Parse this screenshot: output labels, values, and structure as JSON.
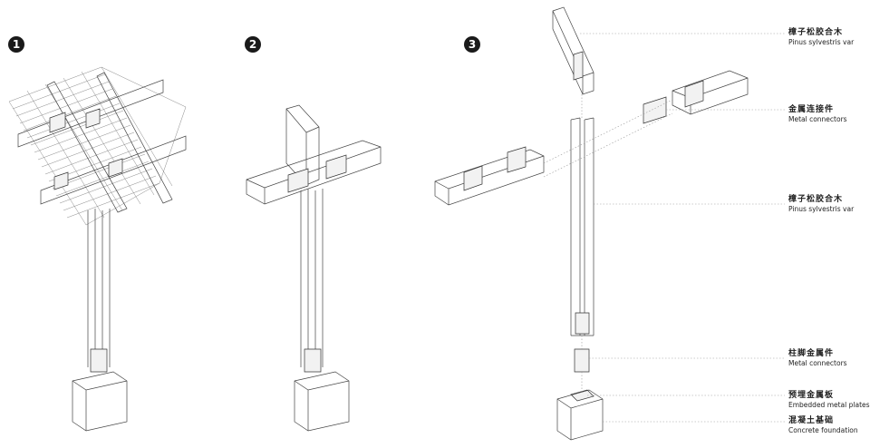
{
  "steps": [
    "1",
    "2",
    "3"
  ],
  "labels": [
    {
      "cn": "樟子松胶合木",
      "en": "Pinus sylvestris var"
    },
    {
      "cn": "金属连接件",
      "en": "Metal connectors"
    },
    {
      "cn": "樟子松胶合木",
      "en": "Pinus sylvestris var"
    },
    {
      "cn": "柱脚金属件",
      "en": "Metal connectors"
    },
    {
      "cn": "预埋金属板",
      "en": "Embedded metal plates"
    },
    {
      "cn": "混凝土基础",
      "en": "Concrete foundation"
    }
  ]
}
